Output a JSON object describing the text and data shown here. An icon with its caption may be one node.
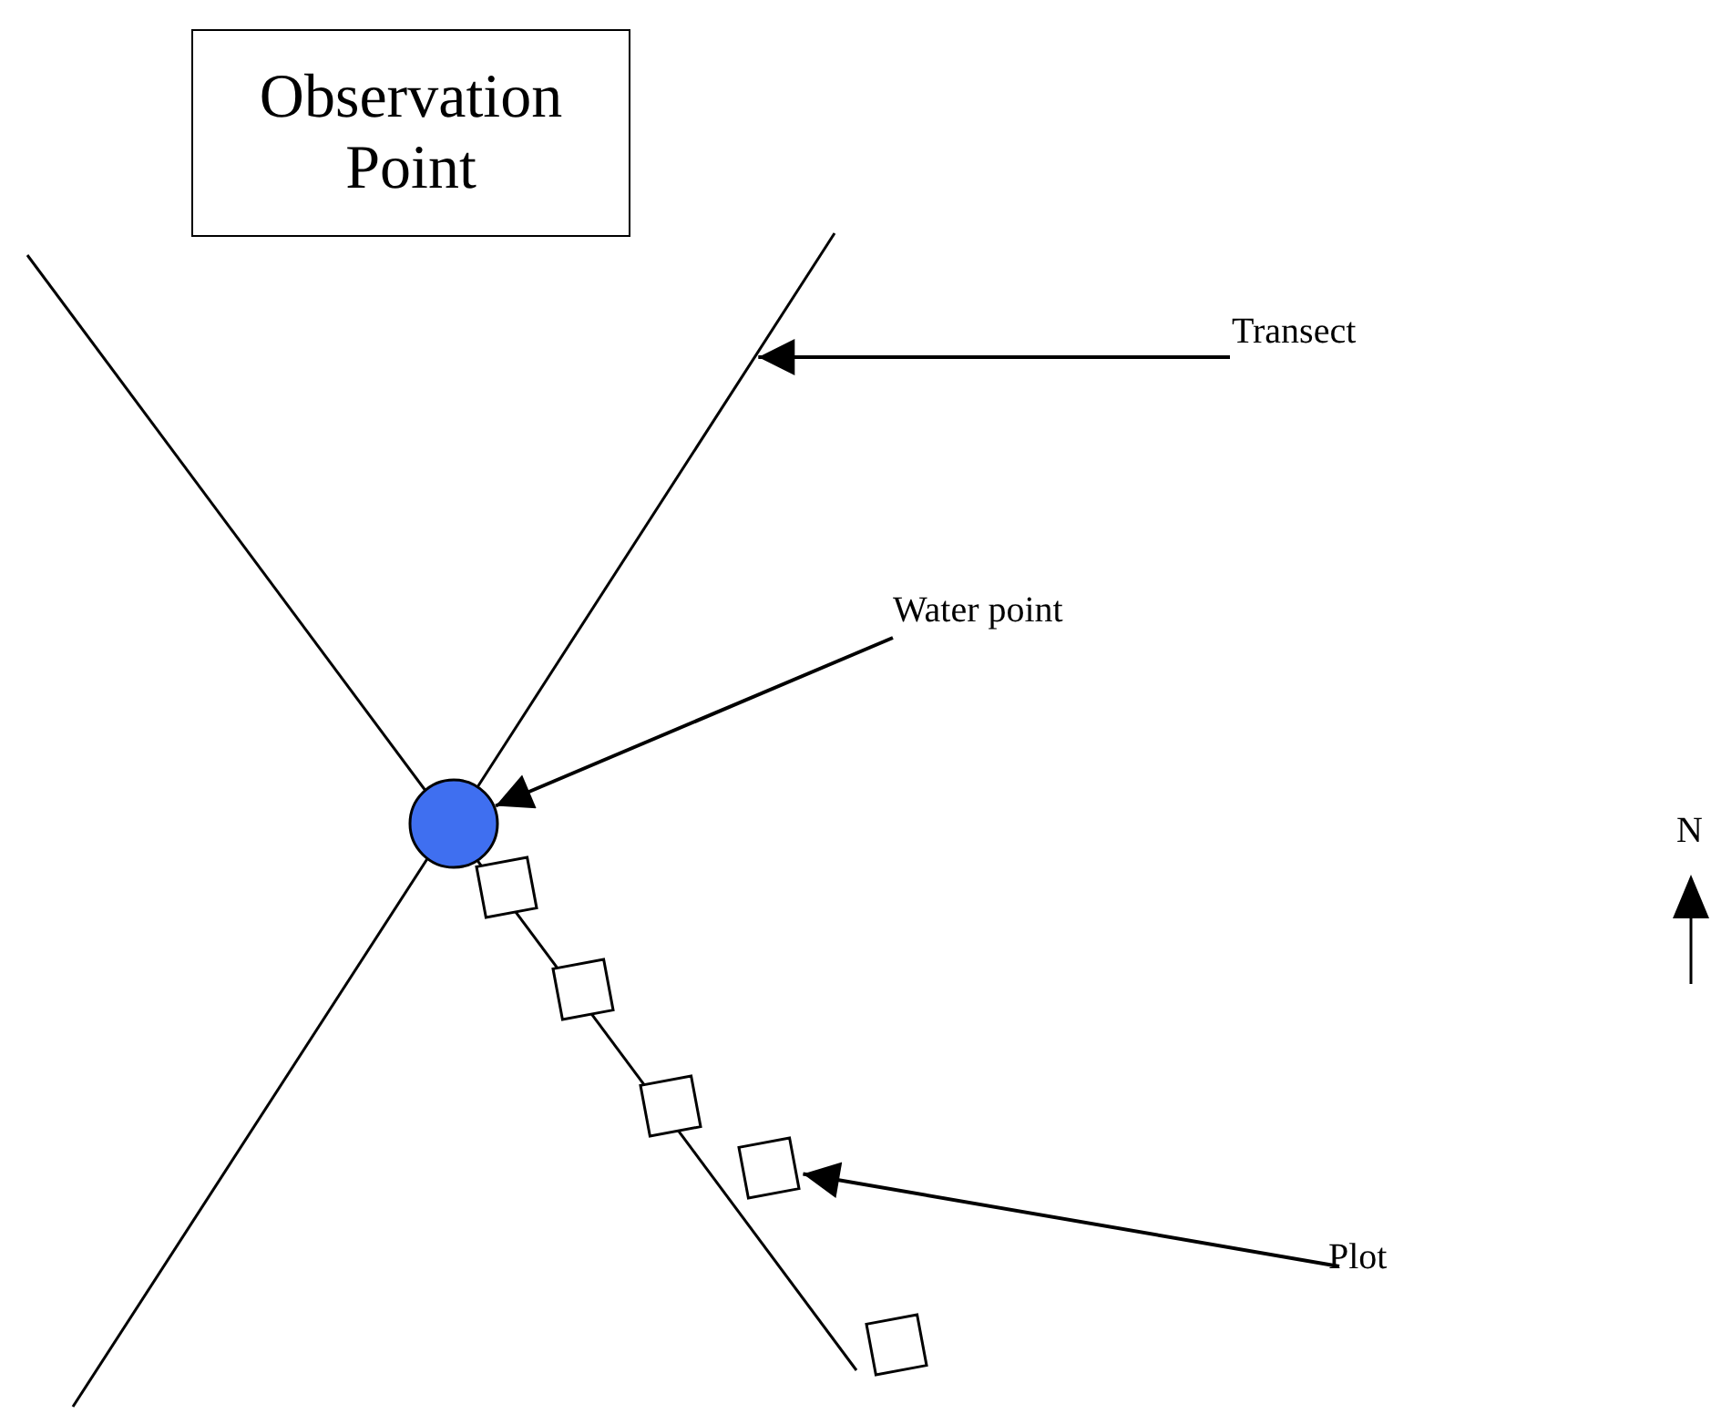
{
  "diagram": {
    "nodes": [
      {
        "text": [
          "Observation Point"
        ]
      },
      {
        "text": [
          "Transect"
        ]
      },
      {
        "text": [],
        "shape": "line"
      },
      {
        "text": [
          "Water point"
        ]
      },
      {
        "text": [],
        "shape": "circle"
      },
      {
        "text": [],
        "shape": "diamond"
      },
      {
        "text": [],
        "shape": "diamond"
      },
      {
        "text": [],
        "shape": "diamond"
      },
      {
        "text": [],
        "shape": "diamond"
      },
      {
        "text": [],
        "shape": "diamond"
      },
      {
        "text": [
          "Plot"
        ]
      }
    ],
    "edges": [
      {
        "from": 1,
        "to": 2,
        "arrow": "to"
      },
      {
        "from": 3,
        "to": 4,
        "arrow": "to"
      },
      {
        "from": 10,
        "to": 8,
        "arrow": "to"
      }
    ],
    "labels": [
      "N"
    ]
  }
}
